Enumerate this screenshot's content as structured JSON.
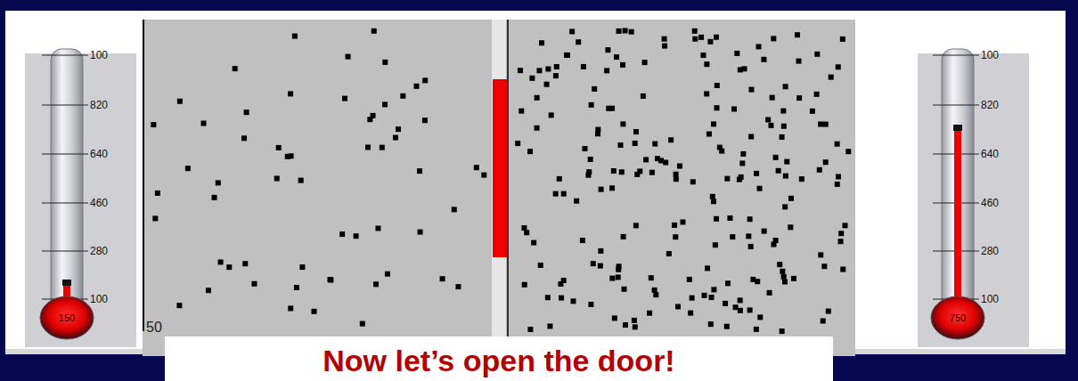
{
  "diagram": {
    "labels": [
      "100",
      "820",
      "640",
      "460",
      "280",
      "100",
      "150",
      "50",
      "Now let’s open the door!",
      "100",
      "820",
      "640",
      "460",
      "280",
      "100",
      "750"
    ]
  }
}
